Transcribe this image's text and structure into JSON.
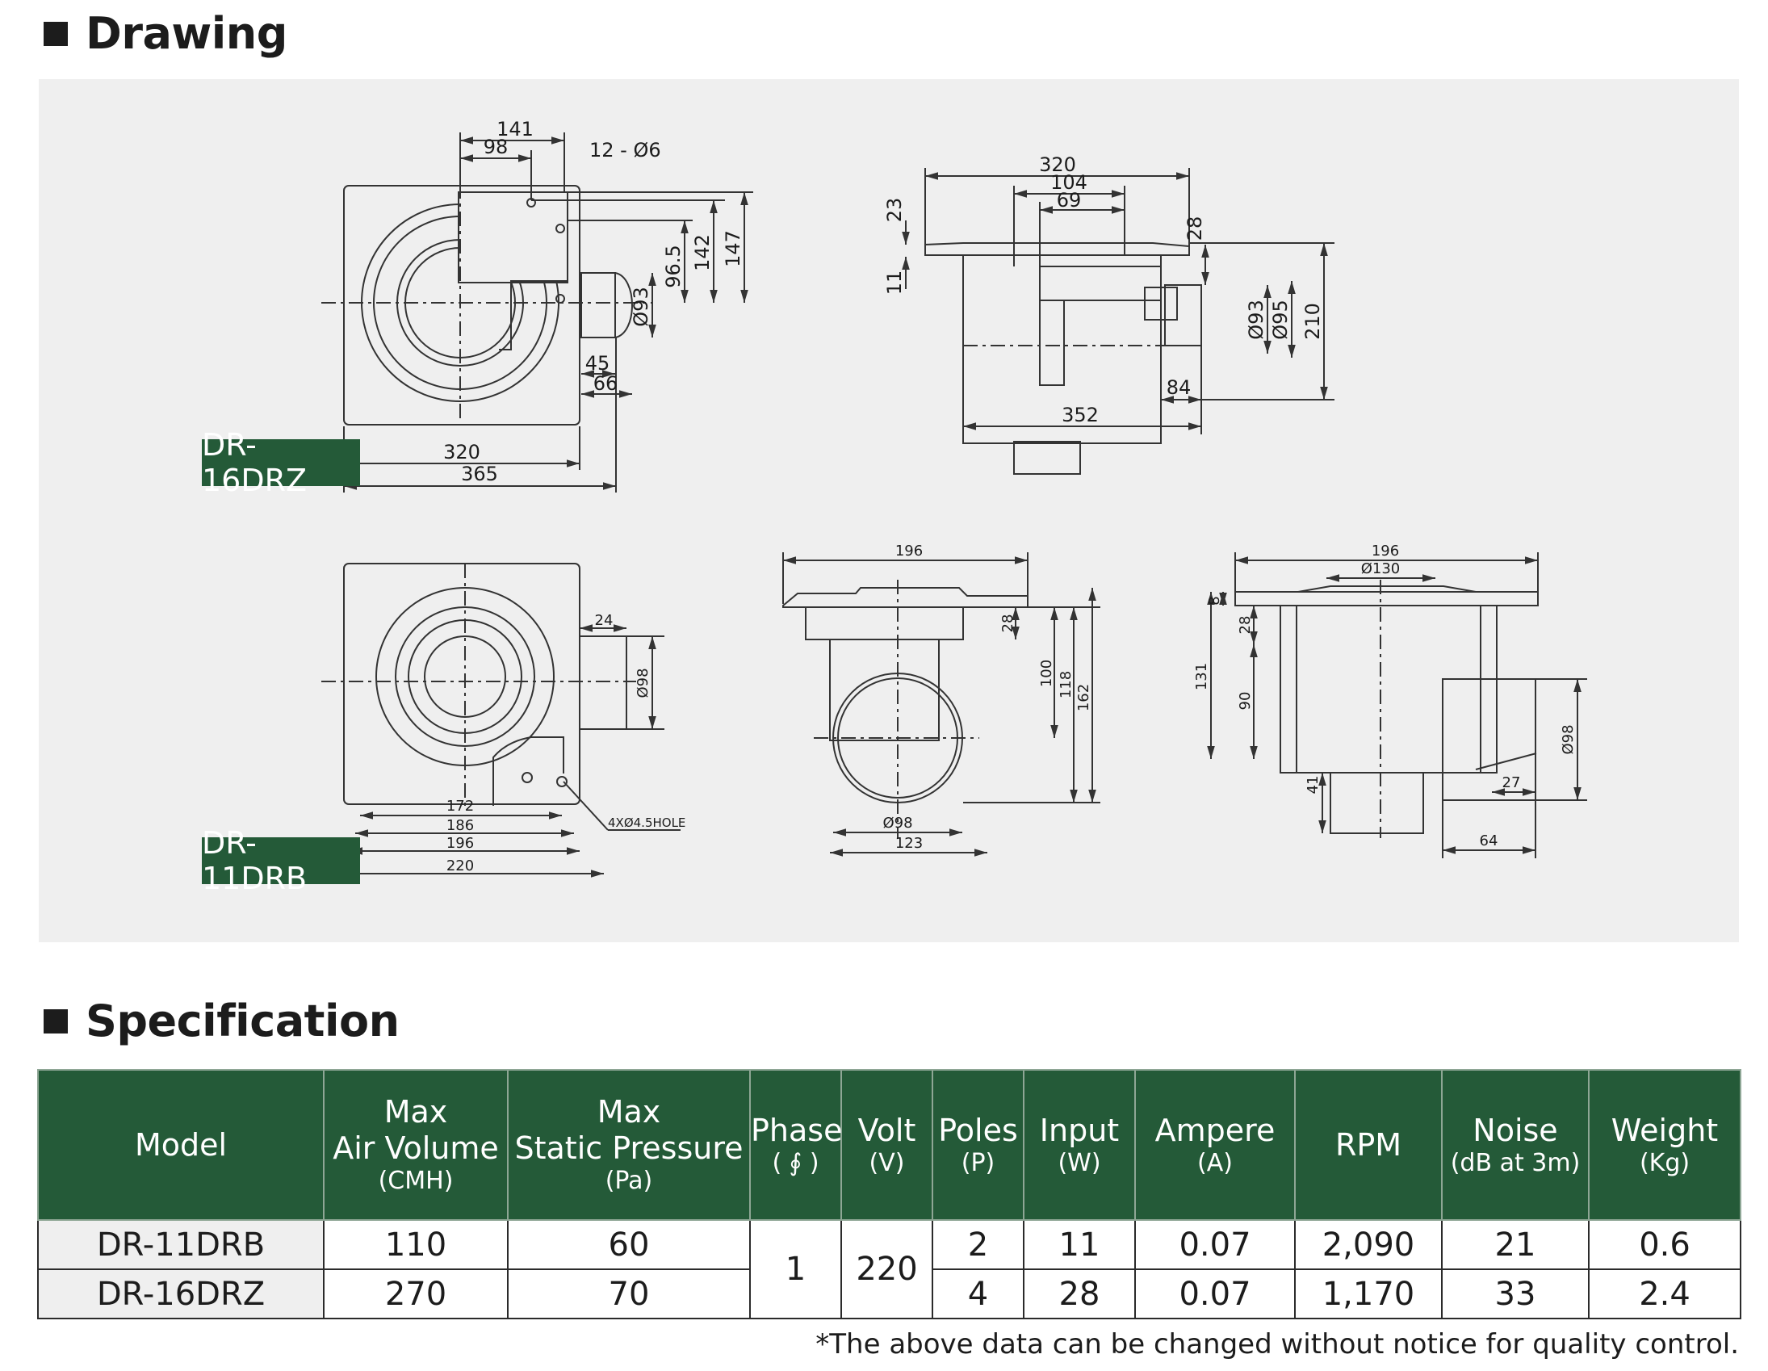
{
  "sections": {
    "drawing": "Drawing",
    "specification": "Specification"
  },
  "models": {
    "upper": "DR-16DRZ",
    "lower": "DR-11DRB"
  },
  "dims": {
    "a": [
      "141",
      "98",
      "12 - Ø6",
      "96.5",
      "142",
      "147",
      "Ø93",
      "45",
      "66",
      "320",
      "365"
    ],
    "b": [
      "320",
      "104",
      "69",
      "23",
      "11",
      "28",
      "Ø93",
      "Ø95",
      "210",
      "84",
      "352"
    ],
    "c": [
      "24",
      "Ø98",
      "172",
      "186",
      "196",
      "220",
      "4XØ4.5HOLE"
    ],
    "d": [
      "196",
      "28",
      "100",
      "118",
      "162",
      "Ø98",
      "123"
    ],
    "e": [
      "196",
      "Ø130",
      "8",
      "28",
      "131",
      "90",
      "41",
      "Ø98",
      "27",
      "64"
    ]
  },
  "table": {
    "headers": [
      {
        "l1": "",
        "l2": "Model",
        "u": ""
      },
      {
        "l1": "Max",
        "l2": "Air Volume",
        "u": "(CMH)"
      },
      {
        "l1": "Max",
        "l2": "Static Pressure",
        "u": "(Pa)"
      },
      {
        "l1": "",
        "l2": "Phase",
        "u": "( ∮ )"
      },
      {
        "l1": "",
        "l2": "Volt",
        "u": "(V)"
      },
      {
        "l1": "",
        "l2": "Poles",
        "u": "(P)"
      },
      {
        "l1": "",
        "l2": "Input",
        "u": "(W)"
      },
      {
        "l1": "",
        "l2": "Ampere",
        "u": "(A)"
      },
      {
        "l1": "",
        "l2": "RPM",
        "u": ""
      },
      {
        "l1": "",
        "l2": "Noise",
        "u": "(dB at 3m)"
      },
      {
        "l1": "",
        "l2": "Weight",
        "u": "(Kg)"
      }
    ],
    "rows": [
      {
        "model": "DR-11DRB",
        "air": "110",
        "pressure": "60",
        "poles": "2",
        "input": "11",
        "ampere": "0.07",
        "rpm": "2,090",
        "noise": "21",
        "weight": "0.6"
      },
      {
        "model": "DR-16DRZ",
        "air": "270",
        "pressure": "70",
        "poles": "4",
        "input": "28",
        "ampere": "0.07",
        "rpm": "1,170",
        "noise": "33",
        "weight": "2.4"
      }
    ],
    "shared": {
      "phase": "1",
      "volt": "220"
    }
  },
  "note": "*The above data can be changed without notice for quality control."
}
